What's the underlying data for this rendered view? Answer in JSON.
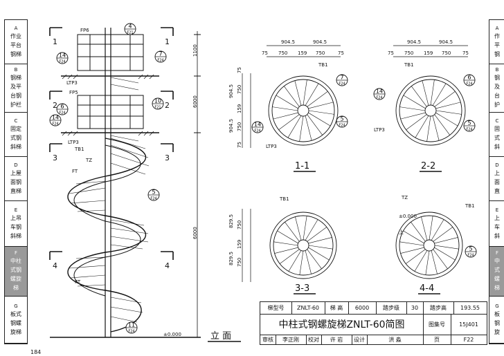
{
  "left_tabs": [
    {
      "letter": "A",
      "lines": [
        "作业",
        "平台",
        "钢梯"
      ]
    },
    {
      "letter": "B",
      "lines": [
        "钢梯",
        "及平",
        "台钢",
        "护栏"
      ]
    },
    {
      "letter": "C",
      "lines": [
        "固定",
        "式钢",
        "斜梯"
      ]
    },
    {
      "letter": "D",
      "lines": [
        "上屋",
        "面钢",
        "直梯"
      ]
    },
    {
      "letter": "E",
      "lines": [
        "上吊",
        "车钢",
        "斜梯"
      ]
    },
    {
      "letter": "F",
      "lines": [
        "中柱",
        "式钢",
        "螺旋",
        "梯"
      ],
      "active": true
    },
    {
      "letter": "G",
      "lines": [
        "板式",
        "钢螺",
        "旋梯"
      ]
    }
  ],
  "right_tabs": [
    {
      "letter": "A",
      "lines": [
        "作",
        "平",
        "钢"
      ]
    },
    {
      "letter": "B",
      "lines": [
        "钢",
        "及",
        "台",
        "护"
      ]
    },
    {
      "letter": "C",
      "lines": [
        "固",
        "式",
        "斜"
      ]
    },
    {
      "letter": "D",
      "lines": [
        "上",
        "面",
        "直"
      ]
    },
    {
      "letter": "E",
      "lines": [
        "上",
        "车",
        "斜"
      ]
    },
    {
      "letter": "F",
      "lines": [
        "中",
        "式",
        "螺",
        "梯"
      ],
      "active": true
    },
    {
      "letter": "G",
      "lines": [
        "板",
        "钢",
        "旋"
      ]
    }
  ],
  "elevation": {
    "section_marks": [
      "1",
      "2",
      "3",
      "4"
    ],
    "labels": {
      "fp6": "FP6",
      "fp5": "FP5",
      "ltp3a": "LTP3",
      "ltp3b": "LTP3",
      "tb1": "TB1",
      "tz": "TZ",
      "ft1": "FT",
      "ft2": "FT"
    },
    "dims": {
      "d1100": "1100",
      "d6000a": "6000",
      "d6000b": "6000"
    },
    "level": "±0.000",
    "callouts": [
      {
        "num": "4",
        "sub": "F21"
      },
      {
        "num": "7",
        "sub": "F24"
      },
      {
        "num": "14",
        "sub": "F24"
      },
      {
        "num": "10",
        "sub": "F21"
      },
      {
        "num": "6",
        "sub": "F24"
      },
      {
        "num": "14",
        "sub": "F24"
      },
      {
        "num": "5",
        "sub": "F24"
      },
      {
        "num": "11",
        "sub": "F24"
      }
    ],
    "title": "立 面"
  },
  "plans": {
    "top_dims": {
      "a": "904.5",
      "b": "904.5",
      "c": "75",
      "d": "750",
      "e": "159",
      "f": "750",
      "g": "75"
    },
    "side_dims": {
      "a": "75",
      "b": "750",
      "c": "159",
      "d": "750",
      "e": "75",
      "f": "904.5",
      "g": "904.5"
    },
    "side_dims_3": {
      "a": "829.5",
      "b": "829.5",
      "c": "750",
      "d": "159",
      "e": "750"
    },
    "labels": {
      "tb1": "TB1",
      "ltp3": "LTP3",
      "tz": "TZ",
      "up": "上",
      "level": "±0.000"
    },
    "titles": [
      "1-1",
      "2-2",
      "3-3",
      "4-4"
    ],
    "callouts": [
      {
        "num": "7",
        "sub": "F24"
      },
      {
        "num": "5",
        "sub": "F24"
      },
      {
        "num": "14",
        "sub": "F24"
      },
      {
        "num": "6",
        "sub": "F24"
      },
      {
        "num": "14",
        "sub": "F24"
      },
      {
        "num": "5",
        "sub": "F24"
      },
      {
        "num": "5",
        "sub": "F24"
      }
    ]
  },
  "title_block": {
    "model_label": "梯型号",
    "model": "ZNLT-60",
    "height_label": "梯 高",
    "height": "6000",
    "steps_label": "踏步级",
    "steps": "30",
    "step_h_label": "踏步高",
    "step_h": "193.55",
    "title": "中柱式钢螺旋梯ZNLT-60简图",
    "atlas_label": "图集号",
    "atlas": "15J401",
    "review_label": "审核",
    "reviewer": "李正刚",
    "check_label": "校对",
    "checker": "许 岩",
    "design_label": "设计",
    "designer": "洪 淼",
    "page_label": "页",
    "page": "F22"
  },
  "page_number": "184"
}
